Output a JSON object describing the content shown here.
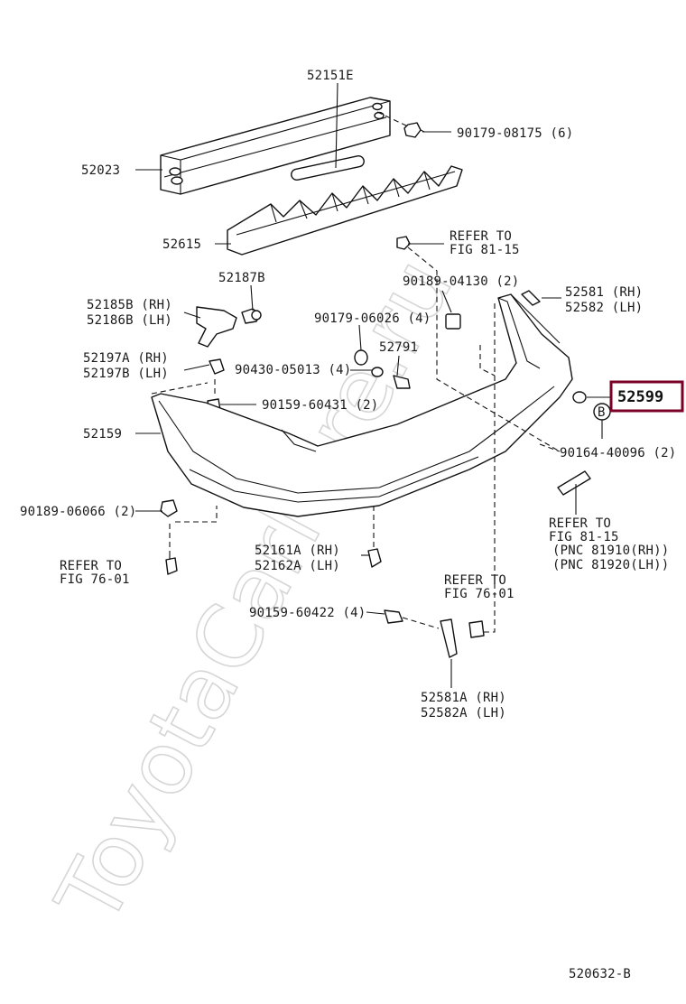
{
  "watermark": "ToyotaCarMire.ru",
  "highlight": {
    "label": "52599",
    "color": "#7a0026"
  },
  "figure_code": "520632-B",
  "labels": {
    "p52151E": "52151E",
    "p90179_08175": "90179-08175 (6)",
    "p52023": "52023",
    "p52615": "52615",
    "ref_81_15_top_1": "REFER TO",
    "ref_81_15_top_2": "FIG 81-15",
    "p52187B": "52187B",
    "p90189_04130": "90189-04130 (2)",
    "p52185B": "52185B (RH)",
    "p52186B": "52186B (LH)",
    "p90179_06026": "90179-06026 (4)",
    "p52581": "52581 (RH)",
    "p52582": "52582 (LH)",
    "p52791": "52791",
    "p52197A": "52197A (RH)",
    "p52197B": "52197B (LH)",
    "p90430_05013": "90430-05013 (4)",
    "p90159_60431": "90159-60431 (2)",
    "marker_b": "B",
    "p52159": "52159",
    "p90164_40096": "90164-40096 (2)",
    "p90189_06066": "90189-06066 (2)",
    "ref_81_15_bot_1": "REFER TO",
    "ref_81_15_bot_2": "FIG 81-15",
    "ref_81_15_bot_3": "(PNC 81910(RH))",
    "ref_81_15_bot_4": "(PNC 81920(LH))",
    "ref_76_01_left_1": "REFER TO",
    "ref_76_01_left_2": "FIG 76-01",
    "p52161A": "52161A (RH)",
    "p52162A": "52162A (LH)",
    "ref_76_01_mid_1": "REFER TO",
    "ref_76_01_mid_2": "FIG 76-01",
    "p90159_60422": "90159-60422 (4)",
    "p52581A": "52581A (RH)",
    "p52582A": "52582A (LH)"
  }
}
